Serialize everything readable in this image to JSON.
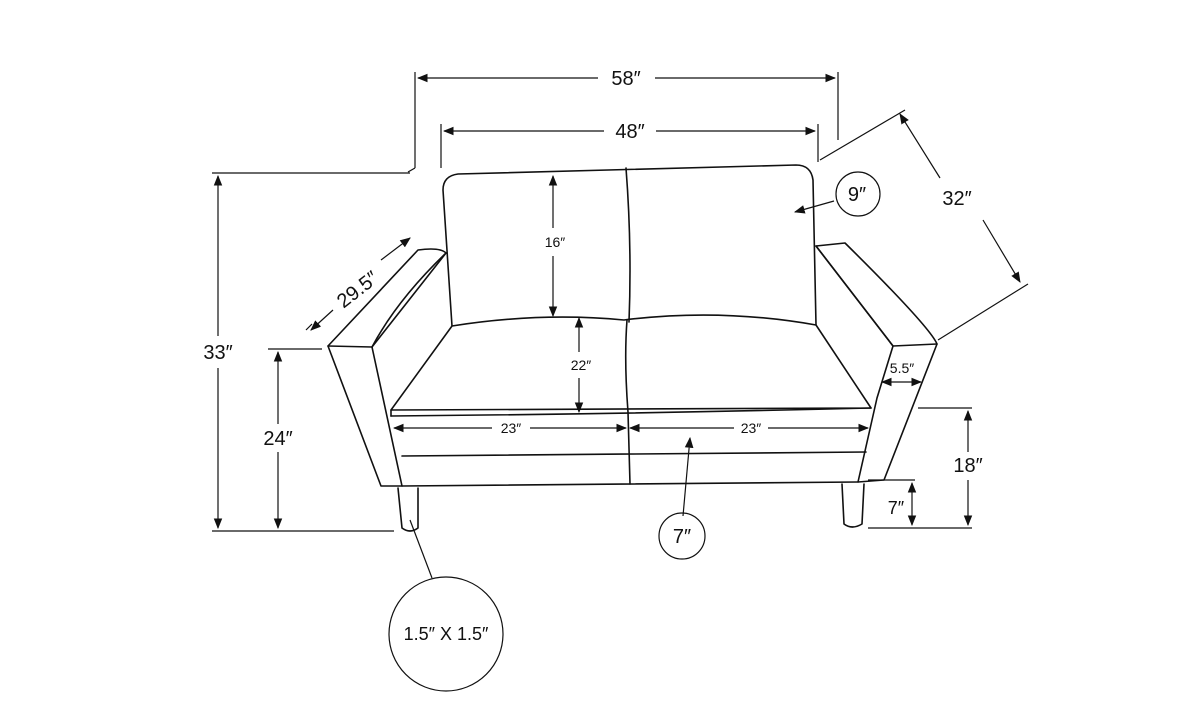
{
  "dimensions": {
    "overall_width": "58″",
    "back_width": "48″",
    "depth": "32″",
    "back_cushion_thickness": "9″",
    "arm_length": "29.5″",
    "back_height": "16″",
    "seat_depth": "22″",
    "overall_height": "33″",
    "arm_height": "24″",
    "seat_cushion_width_left": "23″",
    "seat_cushion_width_right": "23″",
    "seat_cushion_thickness": "7″",
    "arm_width": "5.5″",
    "seat_height": "18″",
    "leg_height": "7″",
    "leg_size": "1.5″ X 1.5″"
  }
}
